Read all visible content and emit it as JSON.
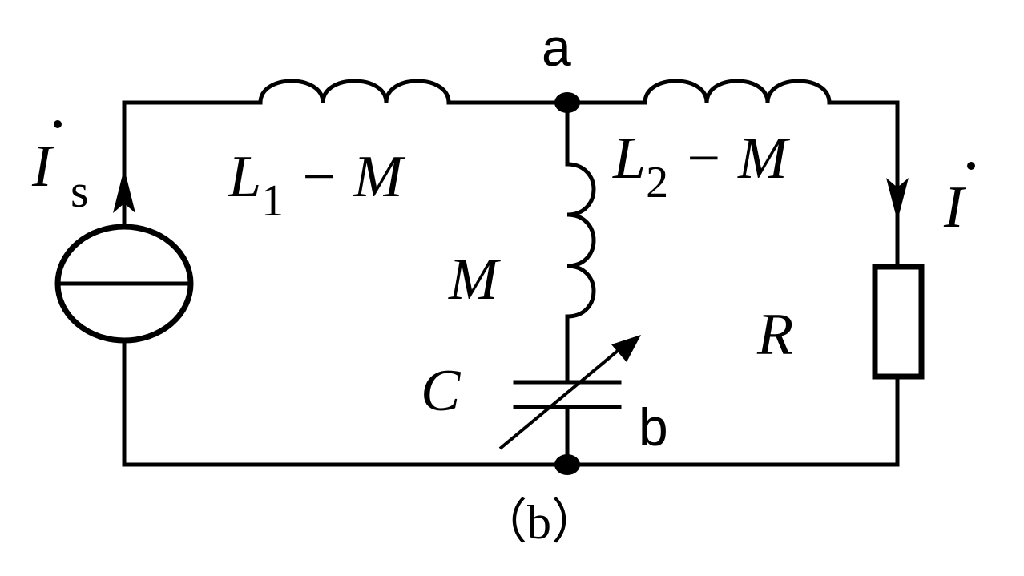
{
  "labels": {
    "source_current_main": "I",
    "source_current_sub": "s",
    "load_current": "I",
    "inductor1_main": "L",
    "inductor1_sub": "1",
    "inductor1_suffix": " − M",
    "inductor2_main": "L",
    "inductor2_sub": "2",
    "inductor2_suffix": " − M",
    "mutual": "M",
    "capacitor": "C",
    "resistor": "R",
    "node_a": "a",
    "node_b": "b",
    "caption": "（b）"
  }
}
